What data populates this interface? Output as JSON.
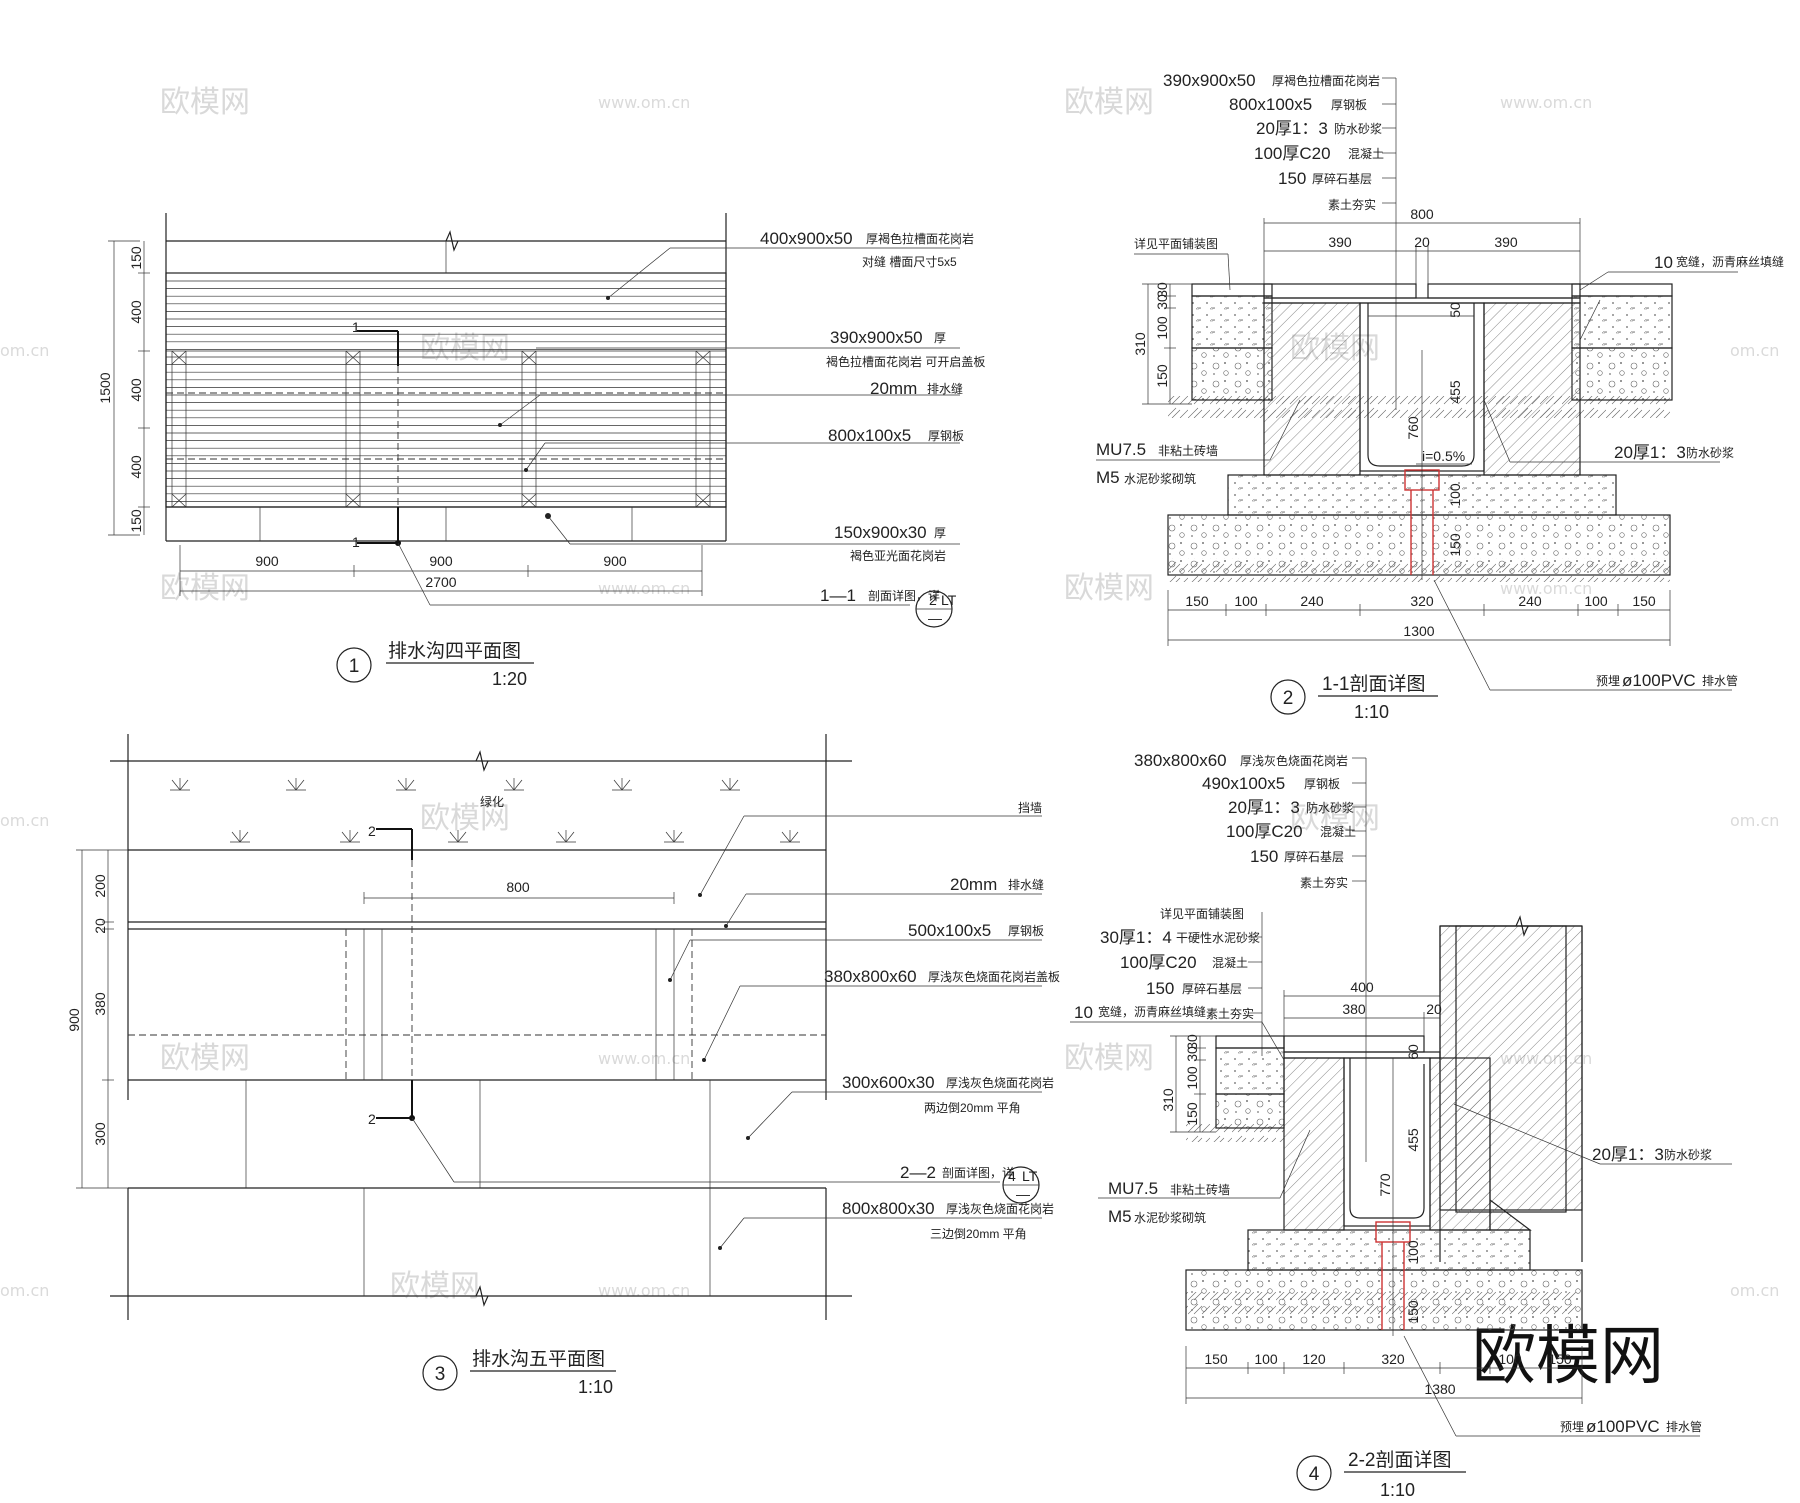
{
  "watermark": {
    "brand": "欧模网",
    "url": "www.om.cn",
    "url_partial": "om.cn"
  },
  "plan1": {
    "num": "1",
    "title": "排水沟四平面图",
    "scale": "1:20",
    "callouts": [
      {
        "main": "400x900x50",
        "small": "厚褐色拉槽面花岗岩",
        "sub": "对缝  槽面尺寸5x5"
      },
      {
        "main": "390x900x50",
        "small": "厚",
        "sub": "褐色拉槽面花岗岩  可开启盖板"
      },
      {
        "main": "20mm",
        "small": "排水缝",
        "sub": ""
      },
      {
        "main": "800x100x5",
        "small": "厚钢板",
        "sub": ""
      },
      {
        "main": "150x900x30",
        "small": "厚",
        "sub": "褐色亚光面花岗岩"
      }
    ],
    "section": {
      "main": "1—1",
      "small": "剖面详图，详",
      "ref_top": "2",
      "ref_right": "LT",
      "ref_bottom": "—"
    },
    "vdims": [
      "150",
      "400",
      "400",
      "400",
      "150"
    ],
    "vtotal": "1500",
    "hdims": [
      "900",
      "900",
      "900"
    ],
    "htotal": "2700",
    "cut_marks": [
      "1",
      "1"
    ]
  },
  "sec2": {
    "num": "2",
    "title": "1-1剖面详图",
    "scale": "1:10",
    "layers": [
      {
        "main": "390x900x50",
        "small": "厚褐色拉槽面花岗岩"
      },
      {
        "main": "800x100x5",
        "small": "厚钢板"
      },
      {
        "main": "20厚1：3",
        "small": "防水砂浆"
      },
      {
        "main": "100厚C20",
        "small": "混凝土"
      },
      {
        "main": "150",
        "small": "厚碎石基层"
      },
      {
        "main": "",
        "small": "素土夯实"
      }
    ],
    "left_note": "详见平面铺装图",
    "joint": {
      "main": "10",
      "small": "宽缝，沥青麻丝填缝"
    },
    "wall": {
      "main1": "MU7.5",
      "small1": "非粘土砖墙",
      "main2": "M5",
      "small2": "水泥砂浆砌筑"
    },
    "mortar": {
      "main": "20厚1：3",
      "small": "防水砂浆"
    },
    "slope": "i=0.5%",
    "pipe": {
      "small": "预埋",
      "main": "ø100PVC",
      "small2": "排水管"
    },
    "top_dims": [
      "390",
      "20",
      "390"
    ],
    "top_total": "800",
    "left_dims": [
      "30",
      "30",
      "100",
      "150"
    ],
    "left_total": "310",
    "inner_dims": [
      "50",
      "455",
      "760",
      "100",
      "150"
    ],
    "bottom_dims": [
      "150",
      "100",
      "240",
      "320",
      "240",
      "100",
      "150"
    ],
    "bottom_total": "1300"
  },
  "plan3": {
    "num": "3",
    "title": "排水沟五平面图",
    "scale": "1:10",
    "green": "绿化",
    "callouts": [
      {
        "main": "",
        "small": "挡墙",
        "sub": ""
      },
      {
        "main": "20mm",
        "small": "排水缝",
        "sub": ""
      },
      {
        "main": "500x100x5",
        "small": "厚钢板",
        "sub": ""
      },
      {
        "main": "380x800x60",
        "small": "厚浅灰色烧面花岗岩盖板",
        "sub": ""
      },
      {
        "main": "300x600x30",
        "small": "厚浅灰色烧面花岗岩",
        "sub": "两边倒20mm 平角"
      },
      {
        "main": "800x800x30",
        "small": "厚浅灰色烧面花岗岩",
        "sub": "三边倒20mm 平角"
      }
    ],
    "section": {
      "main": "2—2",
      "small": "剖面详图，详",
      "ref_top": "4",
      "ref_right": "LT",
      "ref_bottom": "—"
    },
    "vdims": [
      "200",
      "20",
      "380",
      "300"
    ],
    "vtotal": "900",
    "hdim": "800",
    "cut_marks": [
      "2",
      "2"
    ]
  },
  "sec4": {
    "num": "4",
    "title": "2-2剖面详图",
    "scale": "1:10",
    "layers": [
      {
        "main": "380x800x60",
        "small": "厚浅灰色烧面花岗岩"
      },
      {
        "main": "490x100x5",
        "small": "厚钢板"
      },
      {
        "main": "20厚1：3",
        "small": "防水砂浆"
      },
      {
        "main": "100厚C20",
        "small": "混凝土"
      },
      {
        "main": "150",
        "small": "厚碎石基层"
      },
      {
        "main": "",
        "small": "素土夯实"
      }
    ],
    "left_layers": [
      {
        "main": "",
        "small": "详见平面铺装图"
      },
      {
        "main": "30厚1：4",
        "small": "干硬性水泥砂浆"
      },
      {
        "main": "100厚C20",
        "small": "混凝土"
      },
      {
        "main": "150",
        "small": "厚碎石基层"
      },
      {
        "main": "",
        "small": "素土夯实"
      }
    ],
    "joint": {
      "main": "10",
      "small": "宽缝，沥青麻丝填缝"
    },
    "wall": {
      "main1": "MU7.5",
      "small1": "非粘土砖墙",
      "main2": "M5",
      "small2": "水泥砂浆砌筑"
    },
    "mortar": {
      "main": "20厚1：3",
      "small": "防水砂浆"
    },
    "pipe": {
      "small": "预埋",
      "main": "ø100PVC",
      "small2": "排水管"
    },
    "top_dims": [
      "380",
      "20"
    ],
    "top_total": "400",
    "left_dims": [
      "30",
      "30",
      "100",
      "150"
    ],
    "left_total": "310",
    "inner_dims": [
      "60",
      "455",
      "770",
      "100",
      "150"
    ],
    "bottom_dims": [
      "150",
      "100",
      "120",
      "320",
      "100",
      "150"
    ],
    "bottom_total": "1380"
  }
}
